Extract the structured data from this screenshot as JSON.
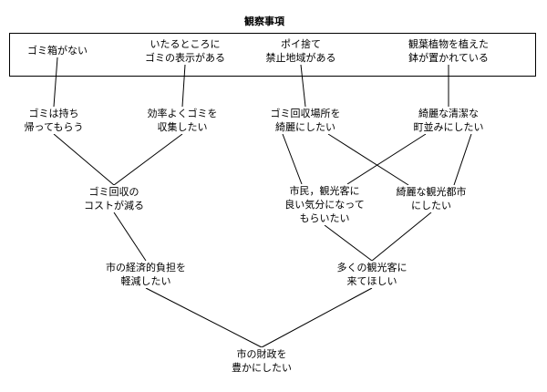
{
  "diagram": {
    "title": "観察事項",
    "nodes": [
      {
        "id": "no-trash-can",
        "lines": [
          "ゴミ箱がない"
        ]
      },
      {
        "id": "trash-signs-everywhere",
        "lines": [
          "いたるところに",
          "ゴミの表示がある"
        ]
      },
      {
        "id": "littering-banned-area",
        "lines": [
          "ポイ捨て",
          "禁止地域がある"
        ]
      },
      {
        "id": "ornamental-plant-pots",
        "lines": [
          "観葉植物を植えた",
          "鉢が置かれている"
        ]
      },
      {
        "id": "take-trash-home",
        "lines": [
          "ゴミは持ち",
          "帰ってもらう"
        ]
      },
      {
        "id": "collect-trash-efficiently",
        "lines": [
          "効率よくゴミを",
          "収集したい"
        ]
      },
      {
        "id": "clean-collection-site",
        "lines": [
          "ゴミ回収場所を",
          "綺麗にしたい"
        ]
      },
      {
        "id": "clean-townscape",
        "lines": [
          "綺麗な清潔な",
          "町並みにしたい"
        ]
      },
      {
        "id": "reduce-collection-cost",
        "lines": [
          "ゴミ回収の",
          "コストが減る"
        ]
      },
      {
        "id": "pleasant-for-people",
        "lines": [
          "市民，観光客に",
          "良い気分になって",
          "もらいたい"
        ]
      },
      {
        "id": "beautiful-tourist-city",
        "lines": [
          "綺麗な観光都市",
          "にしたい"
        ]
      },
      {
        "id": "reduce-city-burden",
        "lines": [
          "市の経済的負担を",
          "軽減したい"
        ]
      },
      {
        "id": "attract-tourists",
        "lines": [
          "多くの観光客に",
          "来てほしい"
        ]
      },
      {
        "id": "enrich-city-finances",
        "lines": [
          "市の財政を",
          "豊かにしたい"
        ]
      }
    ],
    "edges": [
      [
        "no-trash-can",
        "take-trash-home"
      ],
      [
        "trash-signs-everywhere",
        "collect-trash-efficiently"
      ],
      [
        "littering-banned-area",
        "clean-collection-site"
      ],
      [
        "ornamental-plant-pots",
        "clean-townscape"
      ],
      [
        "take-trash-home",
        "reduce-collection-cost"
      ],
      [
        "collect-trash-efficiently",
        "reduce-collection-cost"
      ],
      [
        "clean-collection-site",
        "pleasant-for-people"
      ],
      [
        "clean-collection-site",
        "beautiful-tourist-city"
      ],
      [
        "clean-townscape",
        "pleasant-for-people"
      ],
      [
        "clean-townscape",
        "beautiful-tourist-city"
      ],
      [
        "reduce-collection-cost",
        "reduce-city-burden"
      ],
      [
        "pleasant-for-people",
        "attract-tourists"
      ],
      [
        "beautiful-tourist-city",
        "attract-tourists"
      ],
      [
        "reduce-city-burden",
        "enrich-city-finances"
      ],
      [
        "attract-tourists",
        "enrich-city-finances"
      ]
    ],
    "line_color": "#000000"
  }
}
